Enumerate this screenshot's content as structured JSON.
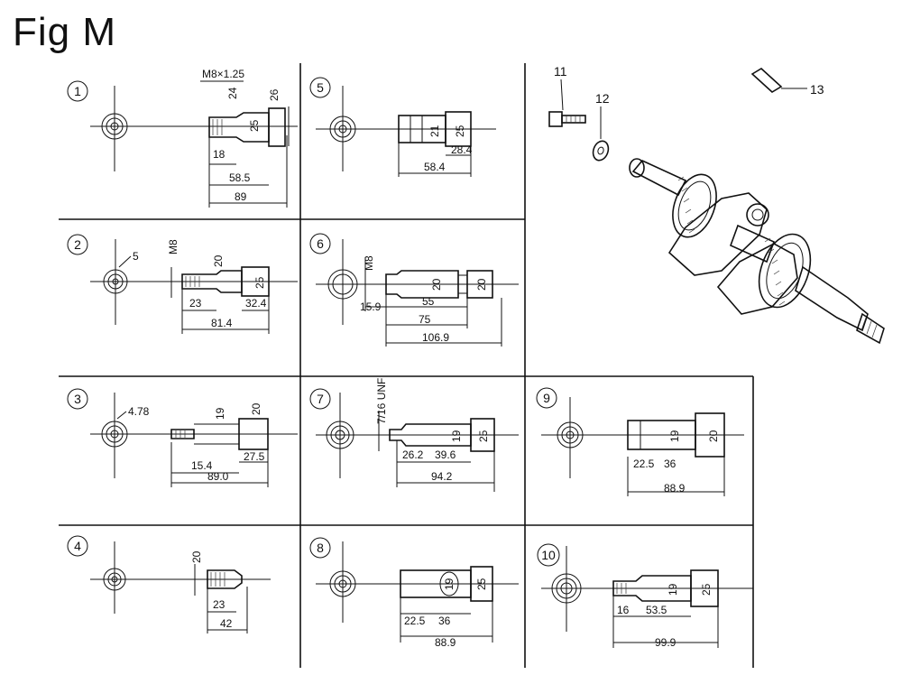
{
  "title": "Fig M",
  "parts": [
    {
      "num": "1",
      "dims": [
        "M8×1.25",
        "24",
        "26",
        "25",
        "18",
        "58.5",
        "89"
      ]
    },
    {
      "num": "2",
      "dims": [
        "5",
        "M8",
        "20",
        "25",
        "23",
        "32.4",
        "81.4"
      ]
    },
    {
      "num": "3",
      "dims": [
        "4.78",
        "19",
        "20",
        "15.4",
        "27.5",
        "89.0"
      ]
    },
    {
      "num": "4",
      "dims": [
        "20",
        "23",
        "42"
      ]
    },
    {
      "num": "5",
      "dims": [
        "21",
        "25",
        "28.4",
        "58.4"
      ]
    },
    {
      "num": "6",
      "dims": [
        "M8",
        "20",
        "20",
        "15.9",
        "55",
        "75",
        "106.9"
      ]
    },
    {
      "num": "7",
      "dims": [
        "7/16 UNF",
        "19",
        "25",
        "26.2",
        "39.6",
        "94.2"
      ]
    },
    {
      "num": "8",
      "dims": [
        "19",
        "25",
        "22.5",
        "36",
        "88.9"
      ]
    },
    {
      "num": "9",
      "dims": [
        "19",
        "20",
        "22.5",
        "36",
        "88.9"
      ]
    },
    {
      "num": "10",
      "dims": [
        "19",
        "25",
        "16",
        "53.5",
        "99.9"
      ]
    }
  ],
  "callouts": [
    "11",
    "12",
    "13"
  ]
}
